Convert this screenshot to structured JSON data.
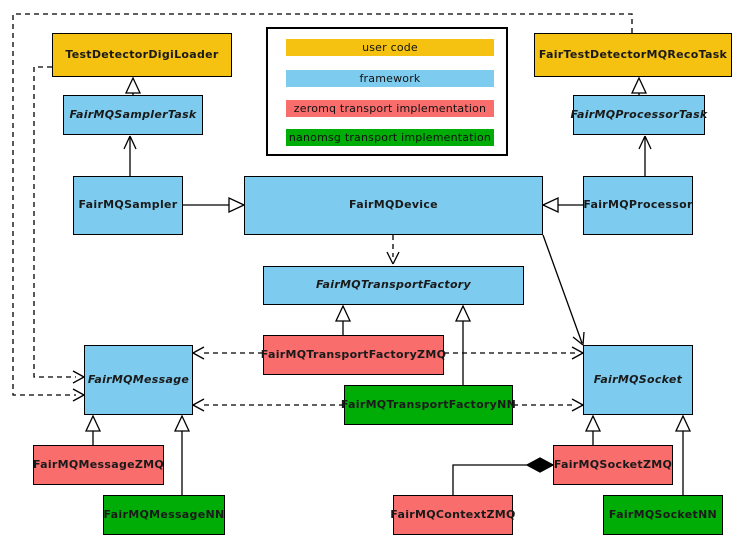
{
  "diagram": {
    "nodes": [
      {
        "id": "TestDetectorDigiLoader",
        "label": "TestDetectorDigiLoader",
        "category": "user code",
        "abstract": false,
        "color": "#F5C211"
      },
      {
        "id": "FairTestDetectorMQRecoTask",
        "label": "FairTestDetectorMQRecoTask",
        "category": "user code",
        "abstract": false,
        "color": "#F5C211"
      },
      {
        "id": "FairMQSamplerTask",
        "label": "FairMQSamplerTask",
        "category": "framework",
        "abstract": true,
        "color": "#7DCCEF"
      },
      {
        "id": "FairMQProcessorTask",
        "label": "FairMQProcessorTask",
        "category": "framework",
        "abstract": true,
        "color": "#7DCCEF"
      },
      {
        "id": "FairMQSampler",
        "label": "FairMQSampler",
        "category": "framework",
        "abstract": false,
        "color": "#7DCCEF"
      },
      {
        "id": "FairMQDevice",
        "label": "FairMQDevice",
        "category": "framework",
        "abstract": false,
        "color": "#7DCCEF"
      },
      {
        "id": "FairMQProcessor",
        "label": "FairMQProcessor",
        "category": "framework",
        "abstract": false,
        "color": "#7DCCEF"
      },
      {
        "id": "FairMQTransportFactory",
        "label": "FairMQTransportFactory",
        "category": "framework",
        "abstract": true,
        "color": "#7DCCEF"
      },
      {
        "id": "FairMQTransportFactoryZMQ",
        "label": "FairMQTransportFactoryZMQ",
        "category": "zeromq transport implementation",
        "abstract": false,
        "color": "#F96D6D"
      },
      {
        "id": "FairMQTransportFactoryNN",
        "label": "FairMQTransportFactoryNN",
        "category": "nanomsg transport implementation",
        "abstract": false,
        "color": "#00AC06"
      },
      {
        "id": "FairMQMessage",
        "label": "FairMQMessage",
        "category": "framework",
        "abstract": true,
        "color": "#7DCCEF"
      },
      {
        "id": "FairMQSocket",
        "label": "FairMQSocket",
        "category": "framework",
        "abstract": true,
        "color": "#7DCCEF"
      },
      {
        "id": "FairMQMessageZMQ",
        "label": "FairMQMessageZMQ",
        "category": "zeromq transport implementation",
        "abstract": false,
        "color": "#F96D6D"
      },
      {
        "id": "FairMQMessageNN",
        "label": "FairMQMessageNN",
        "category": "nanomsg transport implementation",
        "abstract": false,
        "color": "#00AC06"
      },
      {
        "id": "FairMQContextZMQ",
        "label": "FairMQContextZMQ",
        "category": "zeromq transport implementation",
        "abstract": false,
        "color": "#F96D6D"
      },
      {
        "id": "FairMQSocketZMQ",
        "label": "FairMQSocketZMQ",
        "category": "zeromq transport implementation",
        "abstract": false,
        "color": "#F96D6D"
      },
      {
        "id": "FairMQSocketNN",
        "label": "FairMQSocketNN",
        "category": "nanomsg transport implementation",
        "abstract": false,
        "color": "#00AC06"
      }
    ],
    "edges": [
      {
        "from": "FairMQSamplerTask",
        "to": "TestDetectorDigiLoader",
        "type": "generalization",
        "style": "solid"
      },
      {
        "from": "FairMQProcessorTask",
        "to": "FairTestDetectorMQRecoTask",
        "type": "generalization",
        "style": "solid"
      },
      {
        "from": "FairMQSampler",
        "to": "FairMQSamplerTask",
        "type": "association",
        "style": "solid"
      },
      {
        "from": "FairMQProcessor",
        "to": "FairMQProcessorTask",
        "type": "association",
        "style": "solid"
      },
      {
        "from": "FairMQSampler",
        "to": "FairMQDevice",
        "type": "generalization",
        "style": "solid"
      },
      {
        "from": "FairMQProcessor",
        "to": "FairMQDevice",
        "type": "generalization",
        "style": "solid"
      },
      {
        "from": "FairMQDevice",
        "to": "FairMQTransportFactory",
        "type": "dependency",
        "style": "dashed"
      },
      {
        "from": "FairMQDevice",
        "to": "FairMQSocket",
        "type": "association",
        "style": "solid"
      },
      {
        "from": "FairMQTransportFactoryZMQ",
        "to": "FairMQTransportFactory",
        "type": "generalization",
        "style": "solid"
      },
      {
        "from": "FairMQTransportFactoryNN",
        "to": "FairMQTransportFactory",
        "type": "generalization",
        "style": "solid"
      },
      {
        "from": "TestDetectorDigiLoader",
        "to": "FairMQMessage",
        "type": "dependency",
        "style": "dashed"
      },
      {
        "from": "FairTestDetectorMQRecoTask",
        "to": "FairMQMessage",
        "type": "dependency",
        "style": "dashed"
      },
      {
        "from": "FairMQTransportFactoryZMQ",
        "to": "FairMQMessage",
        "type": "dependency",
        "style": "dashed"
      },
      {
        "from": "FairMQTransportFactoryZMQ",
        "to": "FairMQSocket",
        "type": "dependency",
        "style": "dashed"
      },
      {
        "from": "FairMQTransportFactoryNN",
        "to": "FairMQMessage",
        "type": "dependency",
        "style": "dashed"
      },
      {
        "from": "FairMQTransportFactoryNN",
        "to": "FairMQSocket",
        "type": "dependency",
        "style": "dashed"
      },
      {
        "from": "FairMQMessageZMQ",
        "to": "FairMQMessage",
        "type": "generalization",
        "style": "solid"
      },
      {
        "from": "FairMQMessageNN",
        "to": "FairMQMessage",
        "type": "generalization",
        "style": "solid"
      },
      {
        "from": "FairMQSocketZMQ",
        "to": "FairMQSocket",
        "type": "generalization",
        "style": "solid"
      },
      {
        "from": "FairMQSocketNN",
        "to": "FairMQSocket",
        "type": "generalization",
        "style": "solid"
      },
      {
        "from": "FairMQContextZMQ",
        "to": "FairMQSocketZMQ",
        "type": "composition",
        "style": "solid"
      }
    ],
    "legend": {
      "items": [
        {
          "label": "user code",
          "color": "#F5C211"
        },
        {
          "label": "framework",
          "color": "#7DCCEF"
        },
        {
          "label": "zeromq transport implementation",
          "color": "#F96D6D"
        },
        {
          "label": "nanomsg transport implementation",
          "color": "#00AC06"
        }
      ]
    },
    "palette": {
      "user_code": "#F5C211",
      "framework": "#7DCCEF",
      "zeromq": "#F96D6D",
      "nanomsg": "#00AC06",
      "line": "#000000",
      "background": "#ffffff"
    }
  }
}
